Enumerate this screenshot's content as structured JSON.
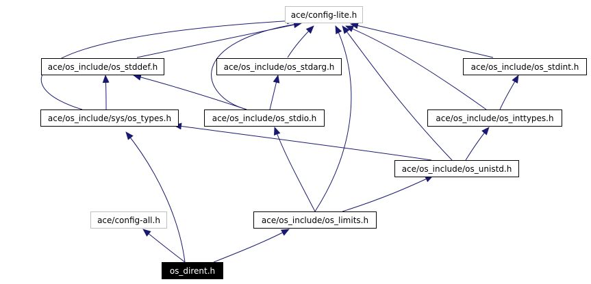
{
  "graph": {
    "edge_color": "#191970",
    "nodes": [
      {
        "id": "config-lite",
        "label": "ace/config-lite.h",
        "style": "gray"
      },
      {
        "id": "stddef",
        "label": "ace/os_include/os_stddef.h",
        "style": "normal"
      },
      {
        "id": "stdarg",
        "label": "ace/os_include/os_stdarg.h",
        "style": "normal"
      },
      {
        "id": "stdint",
        "label": "ace/os_include/os_stdint.h",
        "style": "normal"
      },
      {
        "id": "sys-types",
        "label": "ace/os_include/sys/os_types.h",
        "style": "normal"
      },
      {
        "id": "stdio",
        "label": "ace/os_include/os_stdio.h",
        "style": "normal"
      },
      {
        "id": "inttypes",
        "label": "ace/os_include/os_inttypes.h",
        "style": "normal"
      },
      {
        "id": "unistd",
        "label": "ace/os_include/os_unistd.h",
        "style": "normal"
      },
      {
        "id": "config-all",
        "label": "ace/config-all.h",
        "style": "gray"
      },
      {
        "id": "limits",
        "label": "ace/os_include/os_limits.h",
        "style": "normal"
      },
      {
        "id": "os-dirent",
        "label": "os_dirent.h",
        "style": "selected"
      }
    ]
  }
}
